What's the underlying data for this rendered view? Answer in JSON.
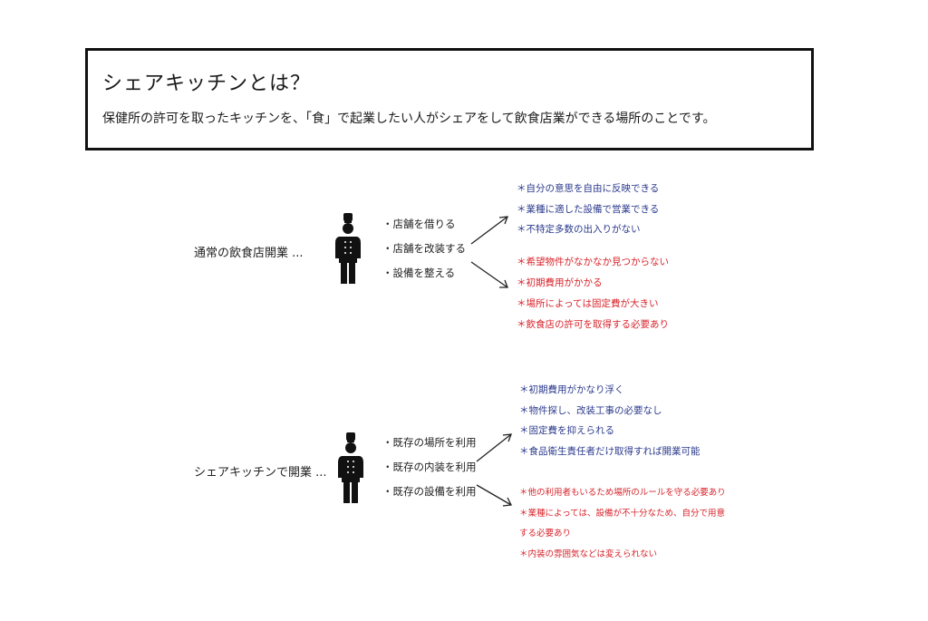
{
  "intro": {
    "title": "シェアキッチンとは？",
    "description": "保健所の許可を取ったキッチンを、「食」で起業したい人がシェアをして飲食店業ができる場所のことです。"
  },
  "sections": [
    {
      "label": "通常の飲食店開業 ...",
      "steps": [
        "・店舗を借りる",
        "・店舗を改装する",
        "・設備を整える"
      ],
      "merits": [
        "＊自分の意思を自由に反映できる",
        "＊業種に適した設備で営業できる",
        "＊不特定多数の出入りがない"
      ],
      "demerits": [
        "＊希望物件がなかなか見つからない",
        "＊初期費用がかかる",
        "＊場所によっては固定費が大きい",
        "＊飲食店の許可を取得する必要あり"
      ]
    },
    {
      "label": "シェアキッチンで開業 ...",
      "steps": [
        "・既存の場所を利用",
        "・既存の内装を利用",
        "・既存の設備を利用"
      ],
      "merits": [
        "＊初期費用がかなり浮く",
        "＊物件探し、改装工事の必要なし",
        "＊固定費を抑えられる",
        "＊食品衛生責任者だけ取得すれば開業可能"
      ],
      "demerits": [
        "＊他の利用者もいるため場所のルールを守る必要あり",
        "＊業種によっては、設備が不十分なため、自分で用意",
        "する必要あり",
        "＊内装の雰囲気などは変えられない"
      ]
    }
  ],
  "colors": {
    "merit": "#2b3a8c",
    "demerit": "#d8242b",
    "chef": "#111111"
  },
  "icons": {
    "person": "chef-icon",
    "arrow": "arrow-icon"
  }
}
